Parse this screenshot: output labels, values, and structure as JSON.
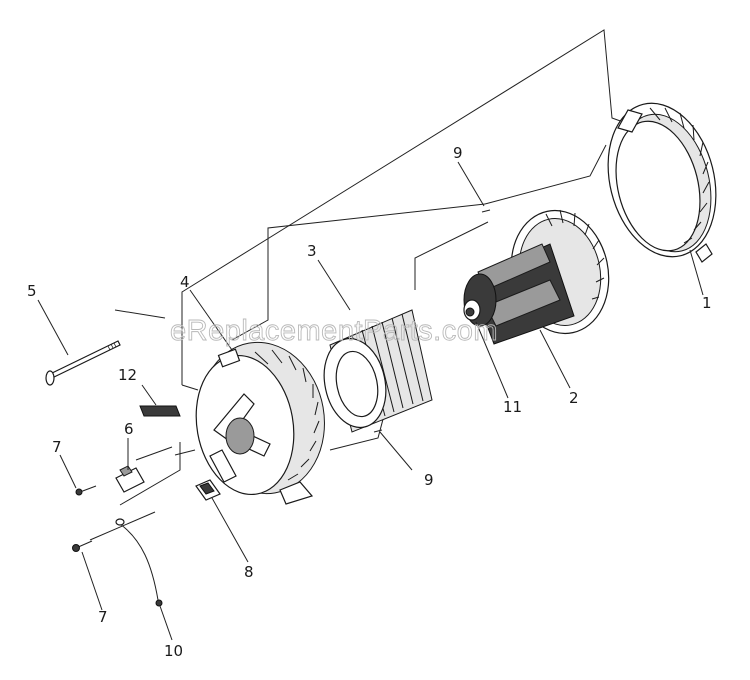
{
  "watermark": "eReplacementParts.com",
  "callouts": [
    {
      "id": "1",
      "text": "1"
    },
    {
      "id": "2",
      "text": "2"
    },
    {
      "id": "3",
      "text": "3"
    },
    {
      "id": "4",
      "text": "4"
    },
    {
      "id": "5",
      "text": "5"
    },
    {
      "id": "6",
      "text": "6"
    },
    {
      "id": "7a",
      "text": "7"
    },
    {
      "id": "7b",
      "text": "7"
    },
    {
      "id": "8",
      "text": "8"
    },
    {
      "id": "9a",
      "text": "9"
    },
    {
      "id": "9b",
      "text": "9"
    },
    {
      "id": "10",
      "text": "10"
    },
    {
      "id": "11",
      "text": "11"
    },
    {
      "id": "12",
      "text": "12"
    }
  ]
}
